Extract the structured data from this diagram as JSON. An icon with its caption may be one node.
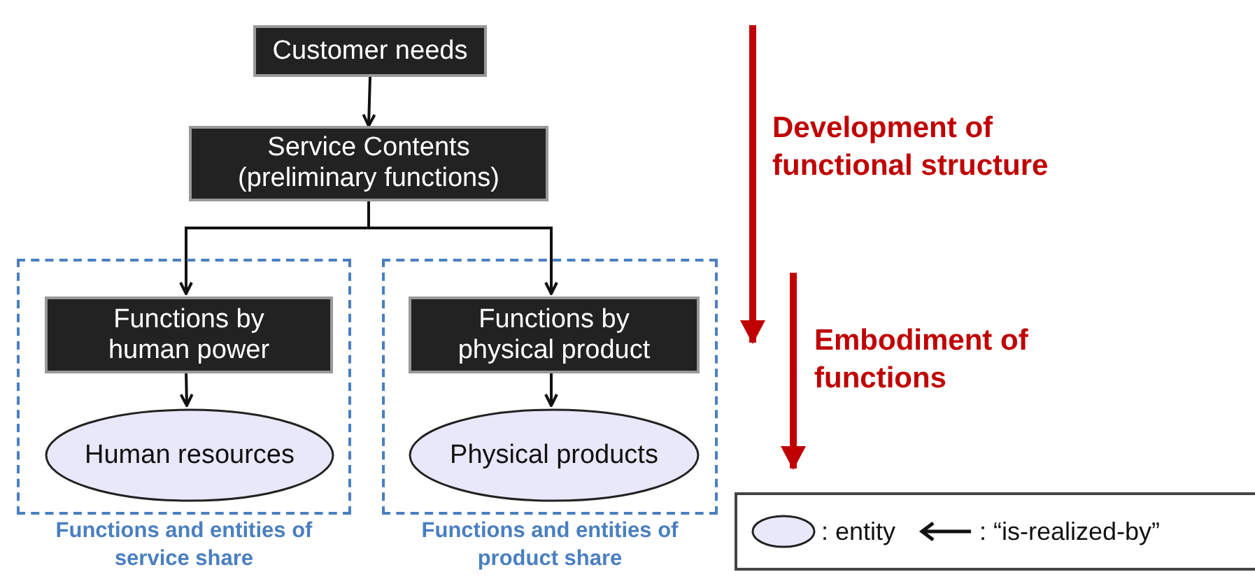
{
  "diagram": {
    "nodes": [
      {
        "text": [
          "Customer needs"
        ]
      },
      {
        "text": [
          "Service Contents (preliminary functions)"
        ]
      },
      {
        "text": [],
        "shape": "box",
        "beside": [
          "Functions and entities of service share"
        ]
      },
      {
        "text": [
          "Functions by human power"
        ],
        "in": 2
      },
      {
        "text": [
          "Human resources"
        ],
        "in": 2
      },
      {
        "text": [],
        "shape": "box",
        "beside": [
          "Functions and entities of product share"
        ]
      },
      {
        "text": [
          "Functions by physical product"
        ],
        "in": 5
      },
      {
        "text": [
          "Physical products"
        ],
        "in": 5
      }
    ],
    "edges": [
      {
        "from": 0,
        "to": 1,
        "arrow": "to"
      },
      {
        "from": 1,
        "to": 3,
        "arrow": "to"
      },
      {
        "from": 1,
        "to": 6,
        "arrow": "to"
      },
      {
        "from": 3,
        "to": 4,
        "arrow": "to"
      },
      {
        "from": 6,
        "to": 7,
        "arrow": "to"
      }
    ],
    "labels": [
      "Development of functional structure",
      "Embodiment of functions"
    ],
    "legend": [
      {
        "text": ": entity"
      },
      {
        "text": ": “is-realized-by”"
      }
    ]
  }
}
